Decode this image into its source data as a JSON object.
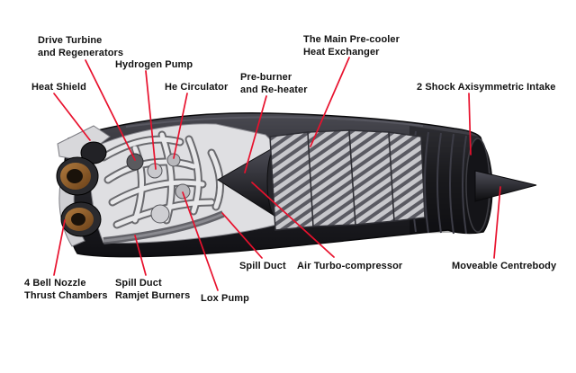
{
  "figure": {
    "type": "engine-cutaway-diagram",
    "labels": {
      "drive_turbine": "Drive Turbine\nand Regenerators",
      "hydrogen_pump": "Hydrogen Pump",
      "heat_shield": "Heat Shield",
      "he_circulator": "He Circulator",
      "pre_burner": "Pre-burner\nand Re-heater",
      "main_precooler": "The Main Pre-cooler\nHeat Exchanger",
      "intake": "2 Shock Axisymmetric Intake",
      "bell_nozzles": "4 Bell Nozzle\nThrust Chambers",
      "spill_duct_ramjet": "Spill Duct\nRamjet Burners",
      "lox_pump": "Lox Pump",
      "spill_duct": "Spill Duct",
      "air_turbo_compressor": "Air Turbo-compressor",
      "moveable_centrebody": "Moveable Centrebody"
    },
    "colors": {
      "background": "#ffffff",
      "label_text": "#111111",
      "leader_line": "#e8112d",
      "engine_dark": "#1b1b1f",
      "engine_copper": "#8a5a2a",
      "plumbing_light": "#e6e6e8",
      "precooler_gray": "#c8c8cc"
    }
  }
}
